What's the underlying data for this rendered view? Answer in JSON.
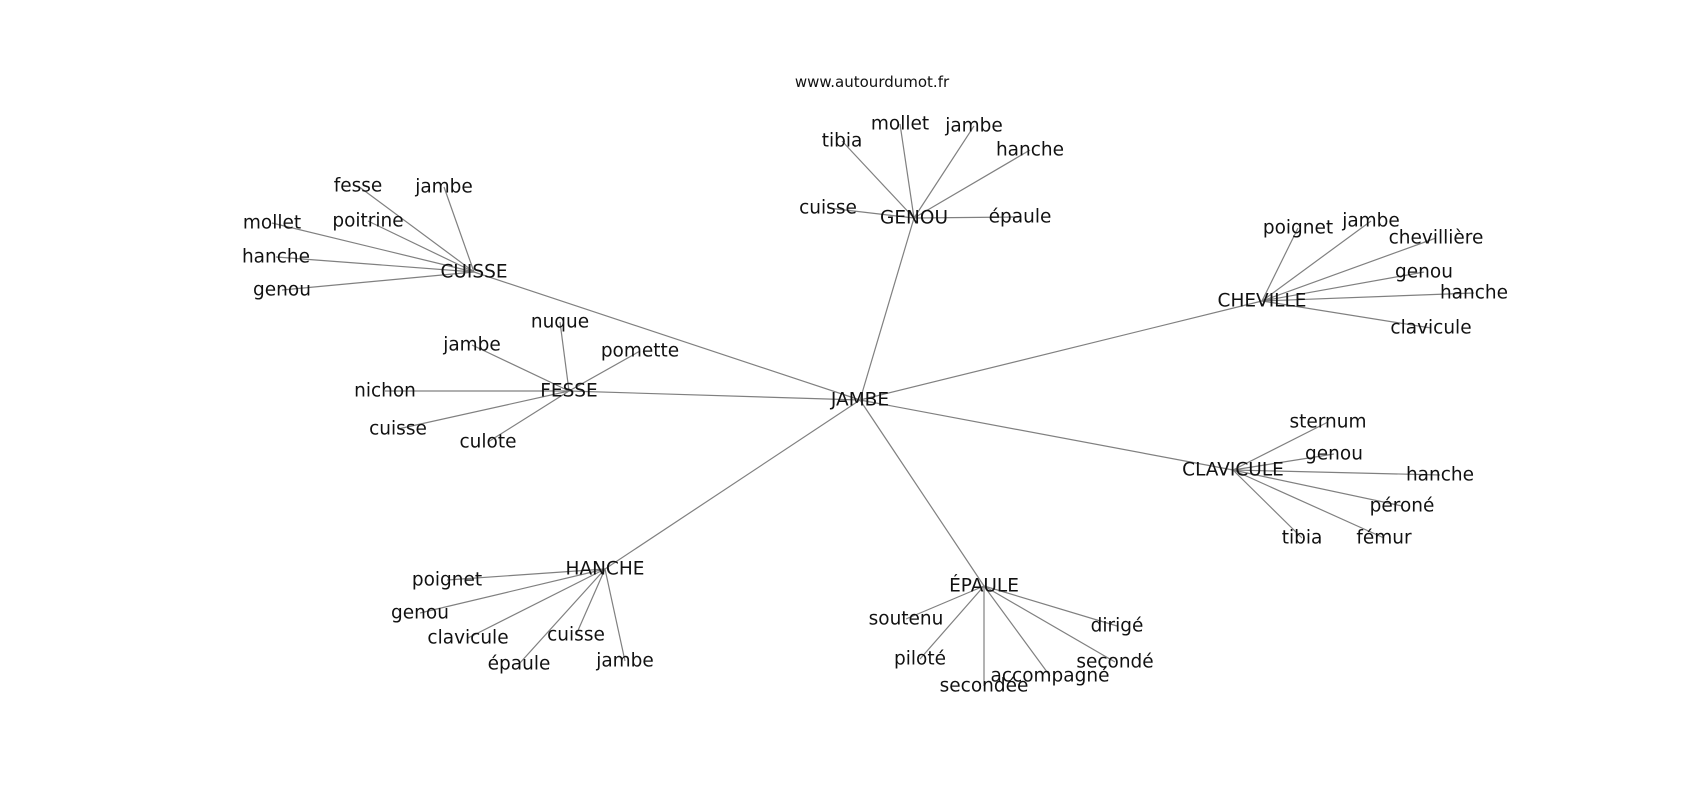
{
  "site": "www.autourdumot.fr",
  "center": "JAMBE",
  "hubs": [
    {
      "label": "GENOU",
      "leaves": [
        "tibia",
        "mollet",
        "jambe",
        "hanche",
        "cuisse",
        "épaule"
      ]
    },
    {
      "label": "CUISSE",
      "leaves": [
        "fesse",
        "jambe",
        "mollet",
        "poitrine",
        "hanche",
        "genou"
      ]
    },
    {
      "label": "FESSE",
      "leaves": [
        "nuque",
        "jambe",
        "pomette",
        "nichon",
        "cuisse",
        "culote"
      ]
    },
    {
      "label": "CHEVILLE",
      "leaves": [
        "poignet",
        "jambe",
        "chevillière",
        "genou",
        "hanche",
        "clavicule"
      ]
    },
    {
      "label": "CLAVICULE",
      "leaves": [
        "sternum",
        "genou",
        "hanche",
        "péroné",
        "tibia",
        "fémur"
      ]
    },
    {
      "label": "HANCHE",
      "leaves": [
        "poignet",
        "genou",
        "clavicule",
        "cuisse",
        "épaule",
        "jambe"
      ]
    },
    {
      "label": "ÉPAULE",
      "leaves": [
        "soutenu",
        "dirigé",
        "piloté",
        "secondé",
        "accompagné",
        "secondée"
      ]
    }
  ]
}
